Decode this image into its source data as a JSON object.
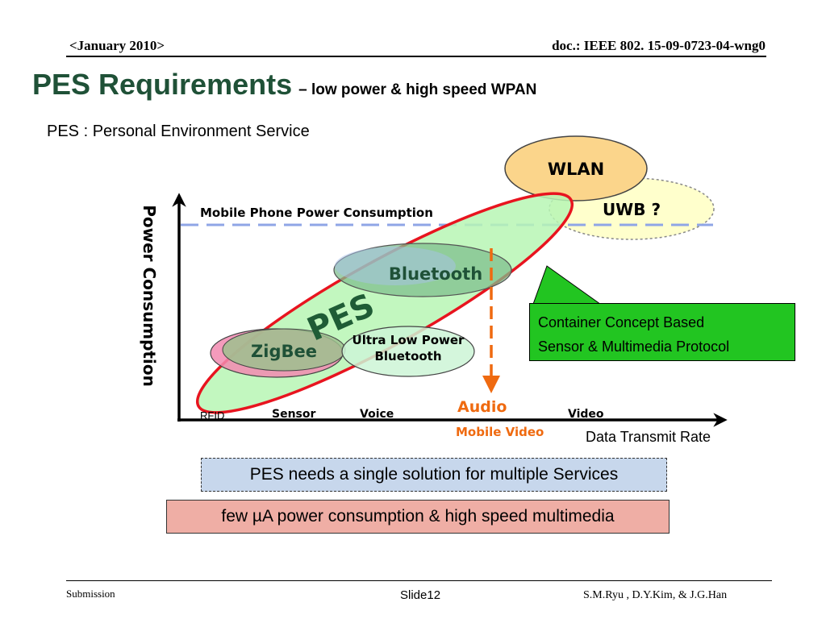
{
  "header": {
    "date": "<January 2010>",
    "doc": "doc.: IEEE 802. 15-09-0723-04-wng0"
  },
  "title": {
    "main": "PES Requirements",
    "sub": "– low power & high speed  WPAN"
  },
  "subtitle": "PES : Personal Environment Service",
  "diagram": {
    "y_axis_label": "Power Consumption",
    "x_axis_label": "Data Transmit Rate",
    "mobile_power_label": "Mobile Phone Power Consumption",
    "x_categories": [
      "RFID",
      "Sensor",
      "Voice",
      "Video"
    ],
    "audio_label": "Audio",
    "mobile_video_label": "Mobile Video",
    "bubbles": {
      "wlan": "WLAN",
      "uwb": "UWB ?",
      "bluetooth": "Bluetooth",
      "zigbee": "ZigBee",
      "ulp_line1": "Ultra Low Power",
      "ulp_line2": "Bluetooth",
      "pes": "PES"
    },
    "colors": {
      "title_green": "#1f5137",
      "pes_green": "#1f5c36",
      "ellipse_red": "#e8141f",
      "arrow_orange": "#ef6a10",
      "callout_green": "#22c521",
      "dashed_blue": "#8fa5e6"
    }
  },
  "callout": {
    "line1": "Container Concept Based",
    "line2": "Sensor & Multimedia Protocol"
  },
  "needs_box": "PES needs a single solution for multiple Services",
  "power_box": "few µA power consumption &  high speed multimedia",
  "footer": {
    "left": "Submission",
    "center": "Slide12",
    "right": "S.M.Ryu , D.Y.Kim, & J.G.Han"
  }
}
